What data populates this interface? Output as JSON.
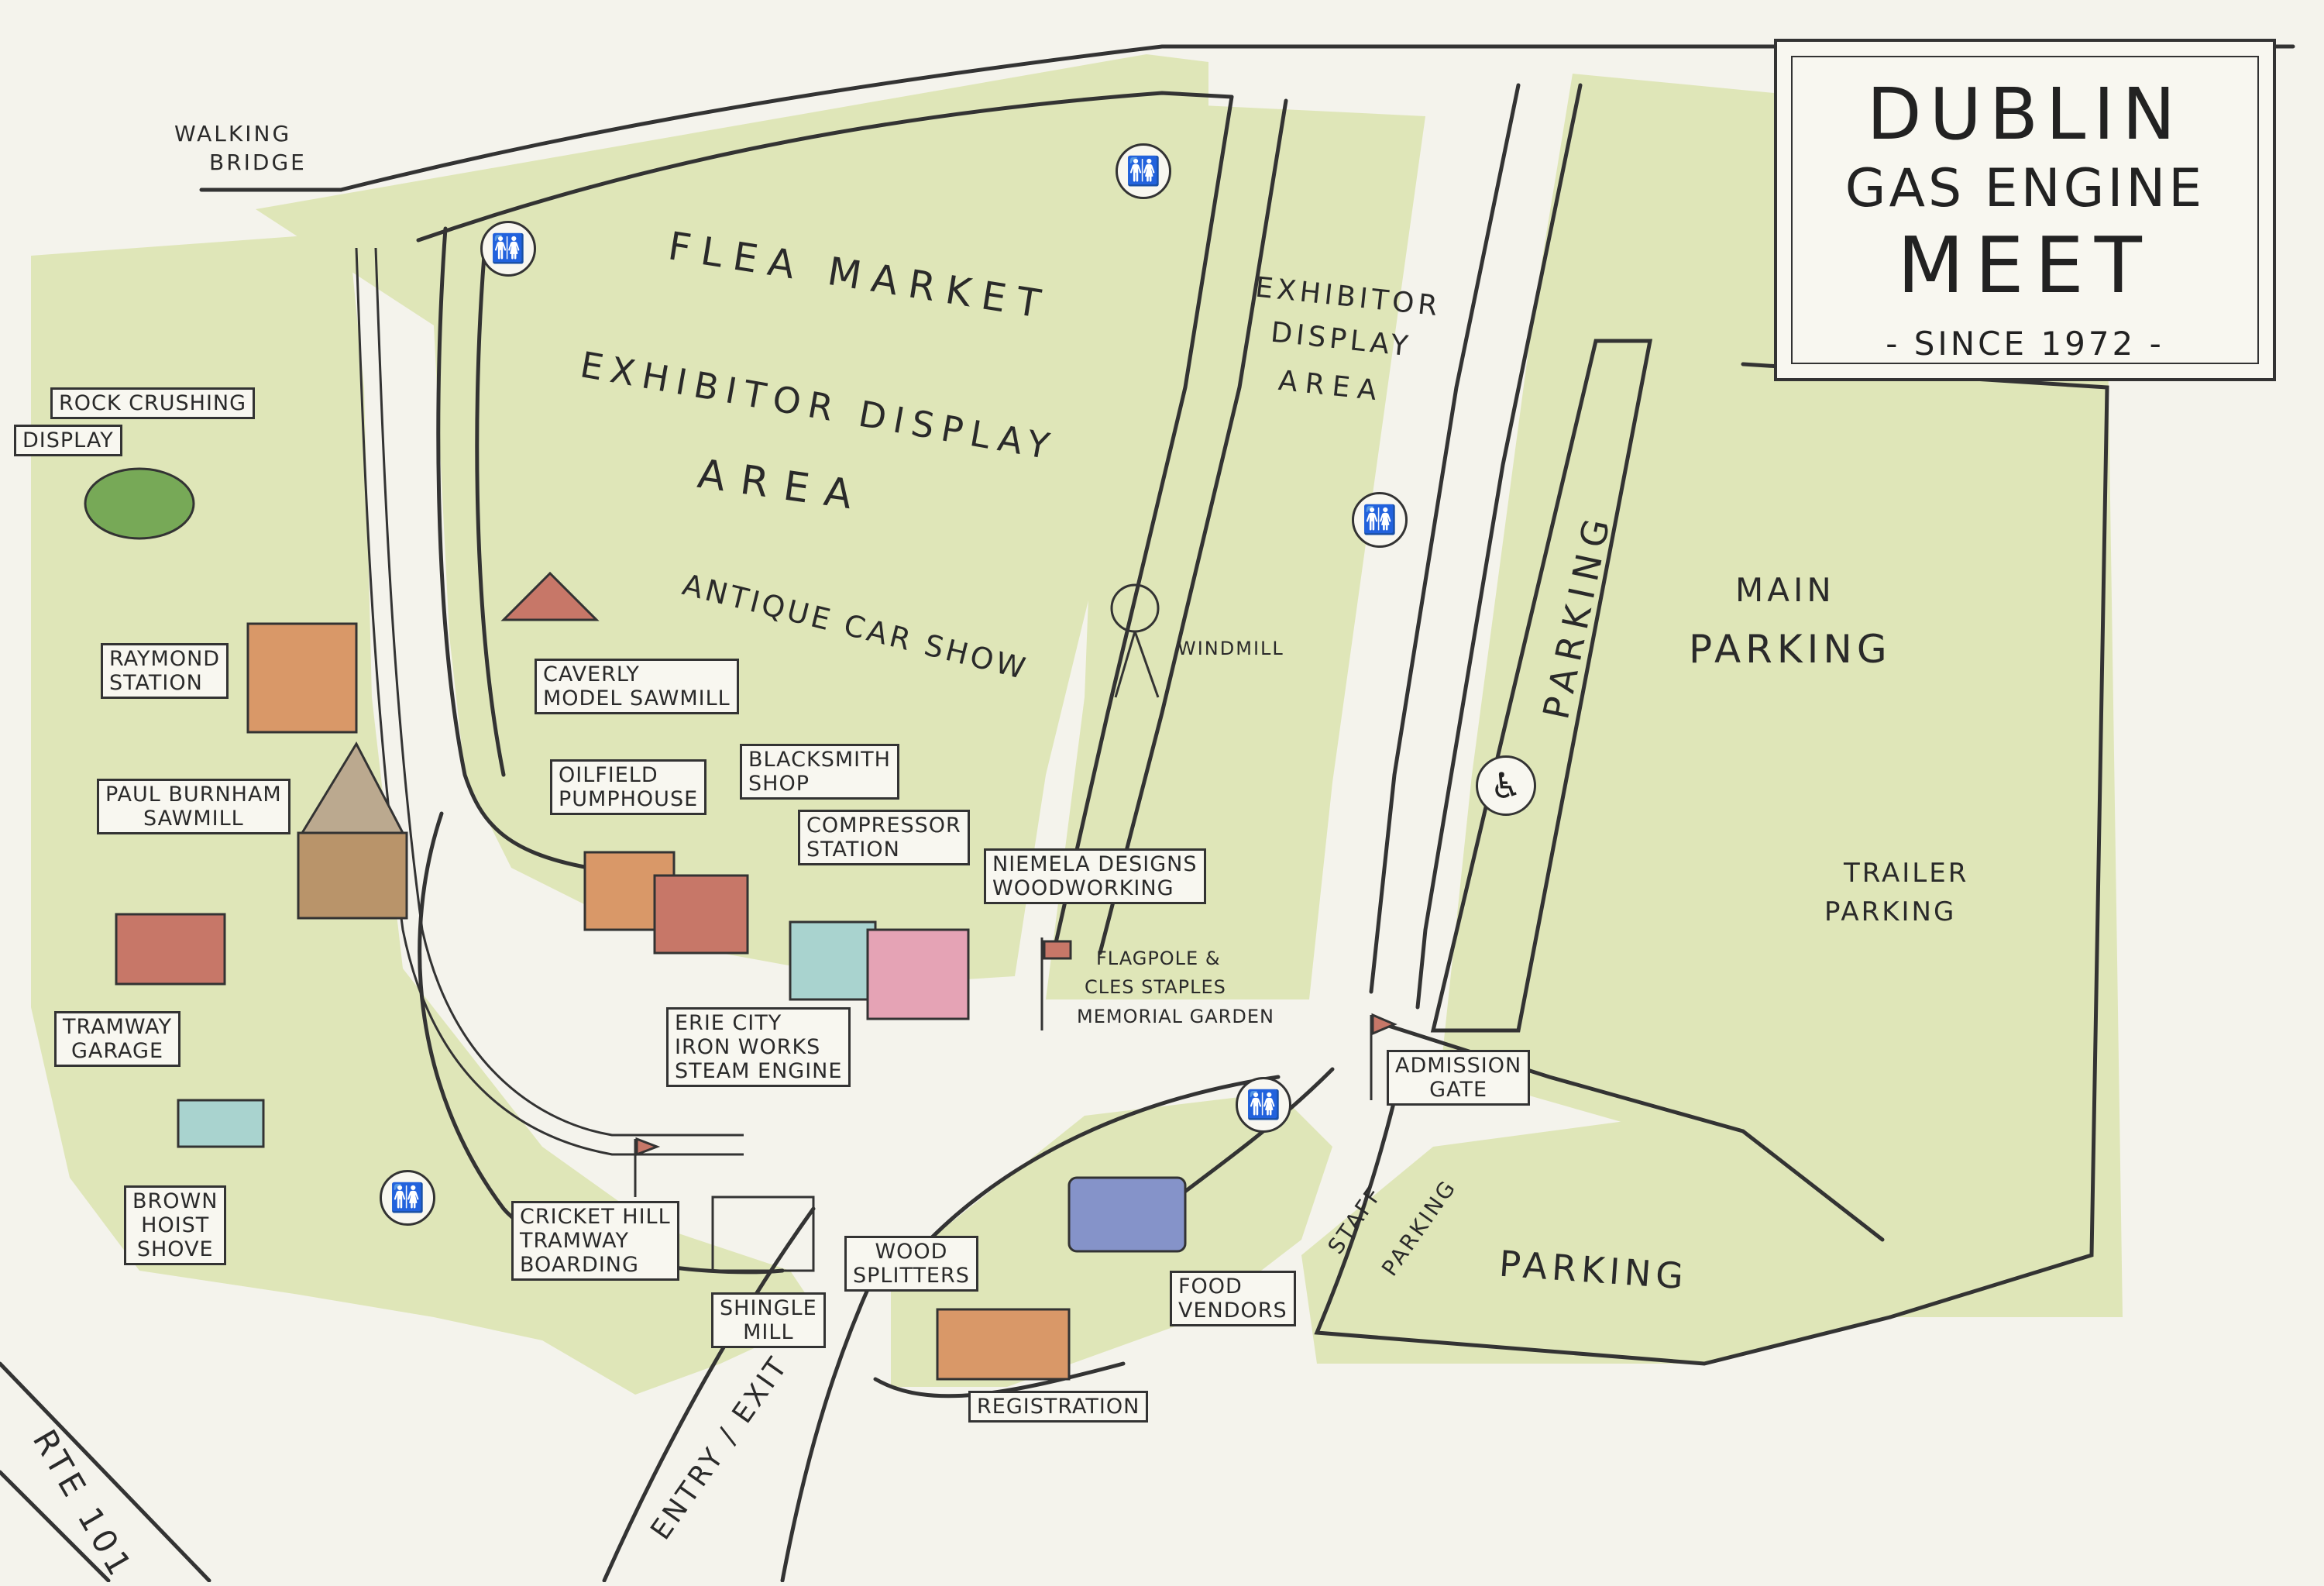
{
  "title": {
    "line1": "DUBLIN",
    "line2": "GAS ENGINE",
    "line3": "MEET",
    "since": "- SINCE 1972 -"
  },
  "areas": {
    "flea_market": "FLEA MARKET",
    "exhibitor_display_area_main_1": "EXHIBITOR DISPLAY",
    "exhibitor_display_area_main_2": "AREA",
    "antique_car_show": "ANTIQUE CAR SHOW",
    "exhibitor_display_area_right_1": "EXHIBITOR",
    "exhibitor_display_area_right_2": "DISPLAY",
    "exhibitor_display_area_right_3": "AREA",
    "main_parking_1": "MAIN",
    "main_parking_2": "PARKING",
    "parking_vertical": "PARKING",
    "trailer_parking_1": "TRAILER",
    "trailer_parking_2": "PARKING",
    "parking_lower": "PARKING",
    "staff_parking_1": "STAFF",
    "staff_parking_2": "PARKING",
    "walking_bridge_1": "WALKING",
    "walking_bridge_2": "BRIDGE",
    "windmill": "WINDMILL",
    "flagpole_1": "FLAGPOLE &",
    "flagpole_2": "CLES STAPLES",
    "flagpole_3": "MEMORIAL GARDEN",
    "rte_101": "RTE 101",
    "entry_exit": "ENTRY / EXIT"
  },
  "boxes": {
    "rock_crushing_1": "ROCK CRUSHING",
    "rock_crushing_2": "DISPLAY",
    "raymond_1": "RAYMOND",
    "raymond_2": "STATION",
    "paul_burnham_1": "PAUL BURNHAM",
    "paul_burnham_2": "SAWMILL",
    "tramway_garage_1": "TRAMWAY",
    "tramway_garage_2": "GARAGE",
    "brown_hoist_1": "BROWN",
    "brown_hoist_2": "HOIST",
    "brown_hoist_3": "SHOVE",
    "caverly_1": "CAVERLY",
    "caverly_2": "MODEL SAWMILL",
    "oilfield_1": "OILFIELD",
    "oilfield_2": "PUMPHOUSE",
    "blacksmith_1": "BLACKSMITH",
    "blacksmith_2": "SHOP",
    "compressor_1": "COMPRESSOR",
    "compressor_2": "STATION",
    "niemela_1": "NIEMELA DESIGNS",
    "niemela_2": "WOODWORKING",
    "erie_1": "ERIE CITY",
    "erie_2": "IRON WORKS",
    "erie_3": "STEAM ENGINE",
    "cricket_1": "CRICKET HILL",
    "cricket_2": "TRAMWAY",
    "cricket_3": "BOARDING",
    "shingle_1": "SHINGLE",
    "shingle_2": "MILL",
    "wood_1": "WOOD",
    "wood_2": "SPLITTERS",
    "food_1": "FOOD",
    "food_2": "VENDORS",
    "registration": "REGISTRATION",
    "admission_1": "ADMISSION",
    "admission_2": "GATE"
  },
  "icons": {
    "restroom": "🚻",
    "accessible": "♿"
  },
  "colors": {
    "paper": "#f4f3ec",
    "grass": "#dfe6b8",
    "grass_dark": "#cfdca0",
    "road": "#f8f7f0",
    "ink": "#2a2a2a",
    "building_orange": "#d99868",
    "building_red": "#c77768",
    "building_pink": "#e5a3b5",
    "building_teal": "#a9d3cf",
    "truck_blue": "#8593c9",
    "tractor_green": "#77a957"
  }
}
